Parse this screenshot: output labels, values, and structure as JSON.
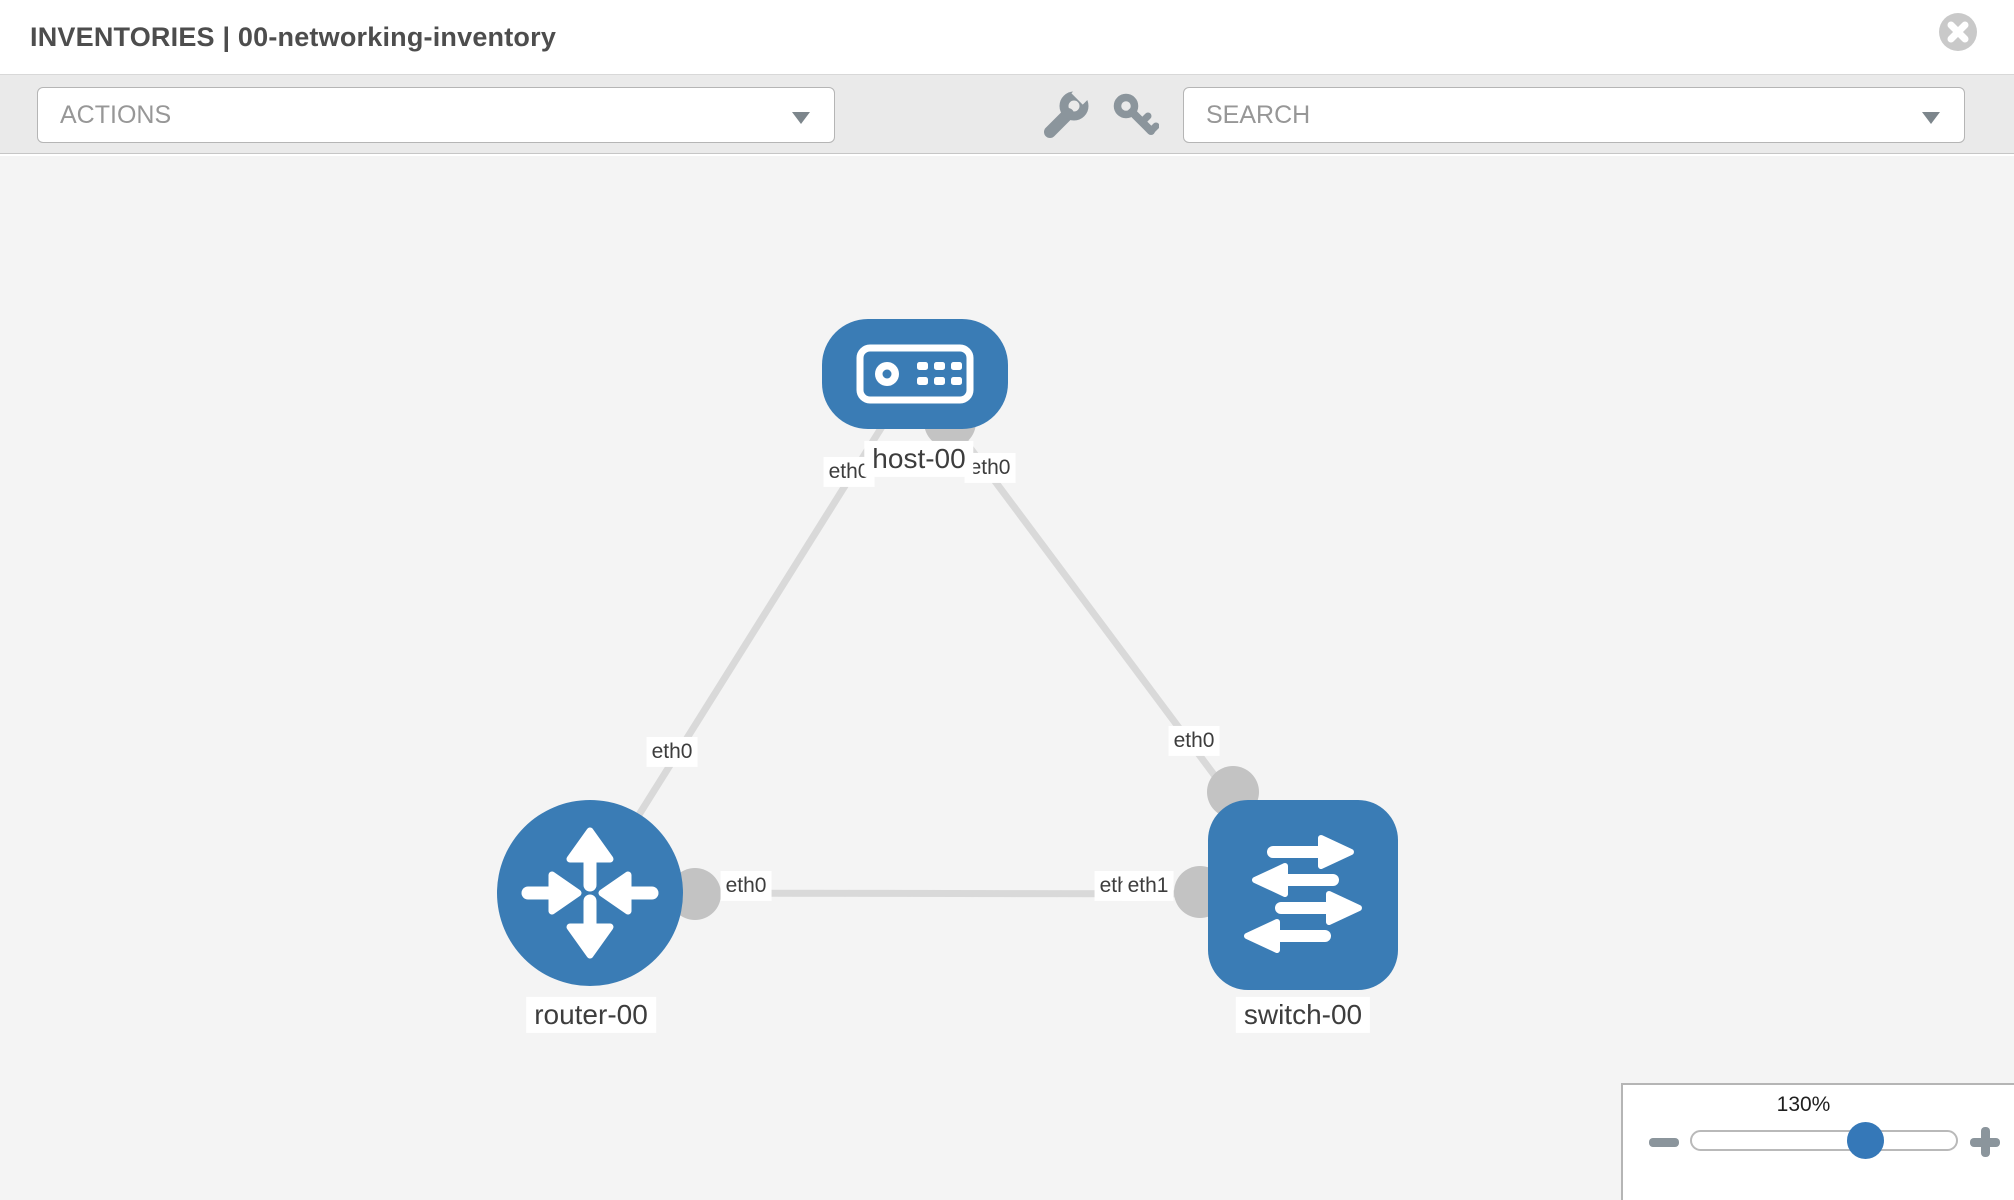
{
  "window": {
    "title": "INVENTORIES | 00-networking-inventory"
  },
  "toolbar": {
    "actions": {
      "label": "ACTIONS"
    },
    "search": {
      "label": "SEARCH"
    },
    "icons": [
      {
        "name": "wrench-icon"
      },
      {
        "name": "key-icon"
      }
    ]
  },
  "topology": {
    "nodes": [
      {
        "label": "host-00",
        "type": "host",
        "shape": "rounded-rect"
      },
      {
        "label": "router-00",
        "type": "router",
        "shape": "circle"
      },
      {
        "label": "switch-00",
        "type": "switch",
        "shape": "rounded-square"
      }
    ],
    "links": [
      {
        "from": "host-00",
        "to": "router-00",
        "from_port": "eth0",
        "to_port": "eth0"
      },
      {
        "from": "host-00",
        "to": "switch-00",
        "from_port": "eth0",
        "to_port": "eth0"
      },
      {
        "from": "router-00",
        "to": "switch-00",
        "from_port": "eth0",
        "to_port": "eth1"
      }
    ],
    "ports": [
      {
        "text": "eth0"
      },
      {
        "text": "eth0"
      },
      {
        "text": "eth0"
      },
      {
        "text": "eth0"
      },
      {
        "text": "eth0"
      },
      {
        "text": "eth0"
      },
      {
        "text": "eth1"
      }
    ]
  },
  "zoom_control": {
    "level": "130%",
    "minus_icon": "minus",
    "plus_icon": "plus"
  },
  "colors": {
    "node_blue": "#3a7cb5",
    "accent_blue": "#3578b8",
    "link_gray": "#d9d9d9",
    "interface_gray": "#c3c3c3",
    "canvas_bg": "#f4f4f4",
    "toolbar_bg": "#eaeaea",
    "icon_gray": "#8b959c"
  }
}
